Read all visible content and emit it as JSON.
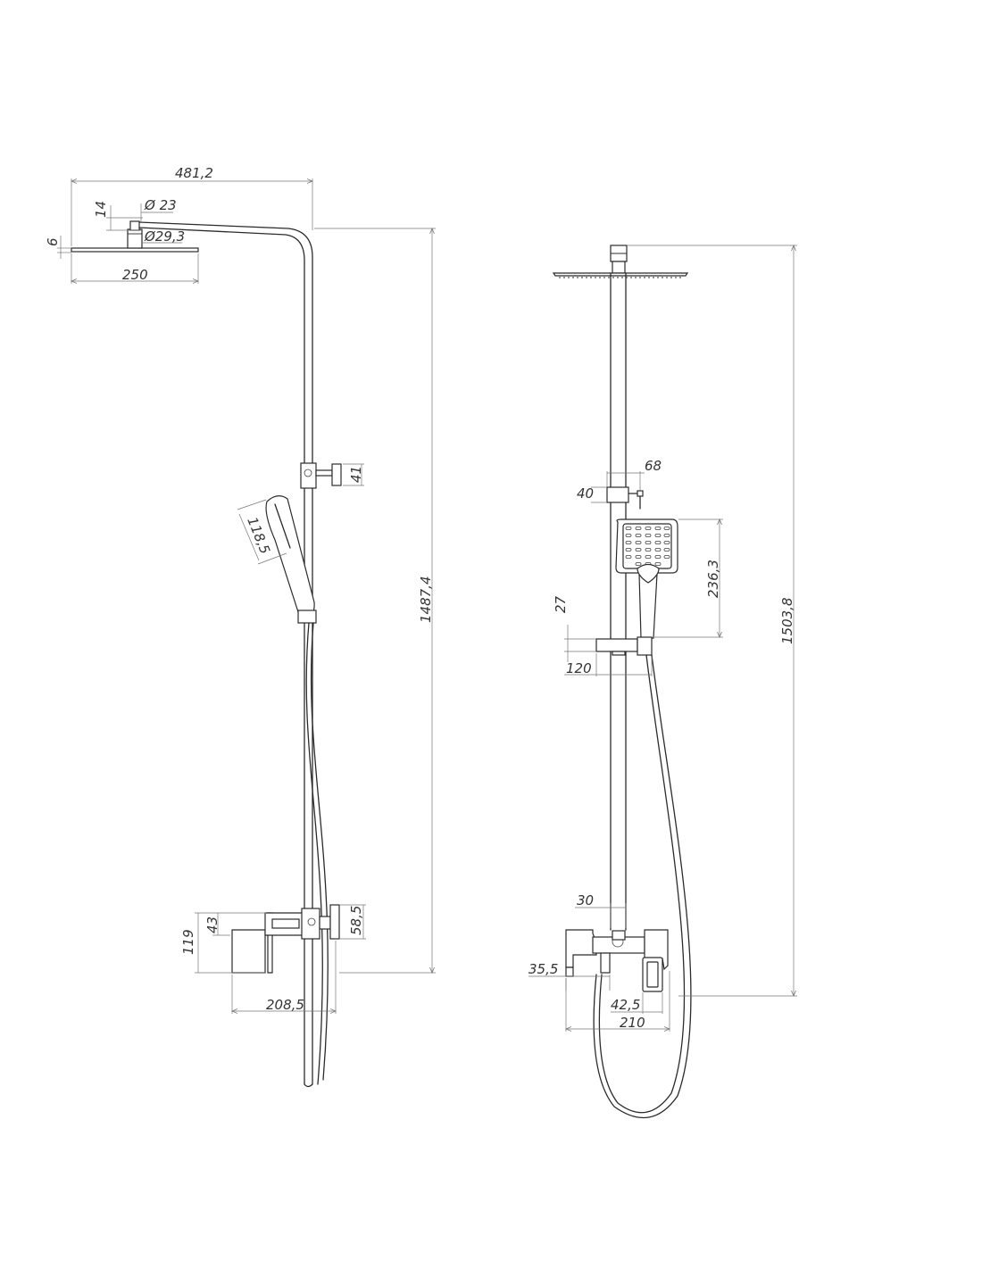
{
  "diagram": {
    "side_view": {
      "dim_width_total": "481,2",
      "dim_arm_height": "14",
      "dim_pipe_diameter": "Ø 23",
      "dim_head_height": "6",
      "dim_connector_diameter": "Ø29,3",
      "dim_head_width": "250",
      "dim_holder_height": "41",
      "dim_handshower_head": "118,5",
      "dim_total_height": "1487,4",
      "dim_spout_height": "43",
      "dim_mixer_height": "119",
      "dim_mixer_side": "58,5",
      "dim_mixer_depth": "208,5"
    },
    "front_view": {
      "dim_holder_width": "68",
      "dim_holder_height": "40",
      "dim_handshower_length": "236,3",
      "dim_rail_height": "27",
      "dim_rail_width": "120",
      "dim_total_height": "1503,8",
      "dim_pipe_width": "30",
      "dim_outlet": "35,5",
      "dim_lever_width": "42,5",
      "dim_mixer_width": "210"
    }
  }
}
